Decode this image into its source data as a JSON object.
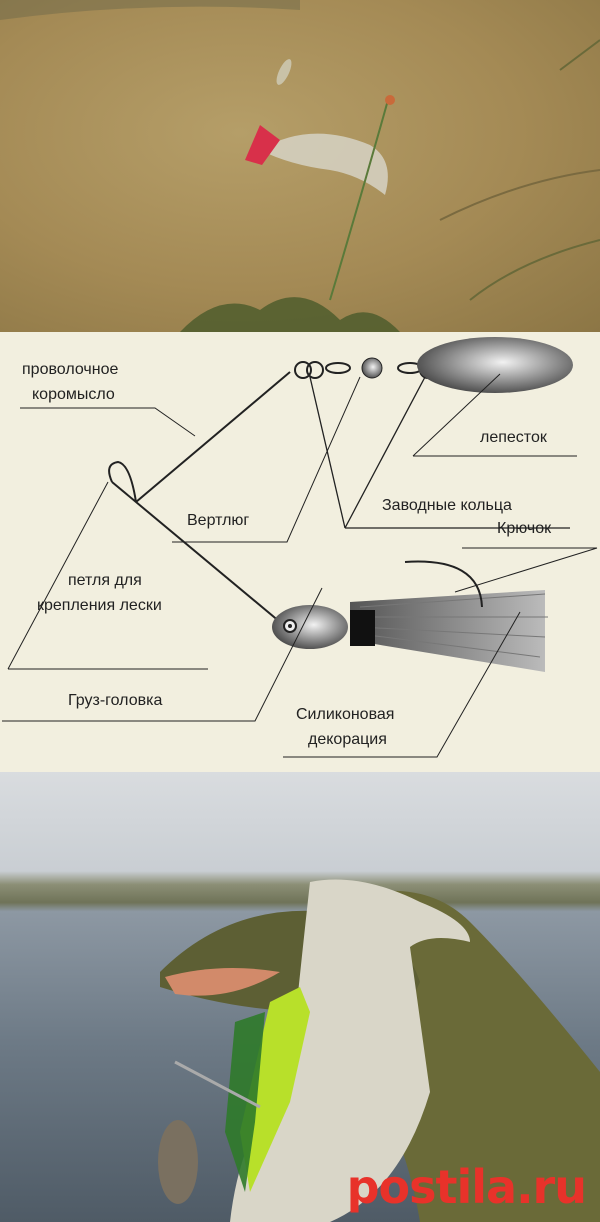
{
  "diagram": {
    "labels": {
      "wire_arm_1": "проволочное",
      "wire_arm_2": "коромысло",
      "blade": "лепесток",
      "split_rings": "Заводные кольца",
      "swivel": "Вертлюг",
      "hook": "Крючок",
      "line_loop_1": "петля для",
      "line_loop_2": "крепления лески",
      "jig_head": "Груз-головка",
      "skirt_1": "Силиконовая",
      "skirt_2": "декорация"
    }
  },
  "watermark": "postila.ru",
  "colors": {
    "diagram_bg": "#f2efdf",
    "watermark": "#e8322a"
  }
}
